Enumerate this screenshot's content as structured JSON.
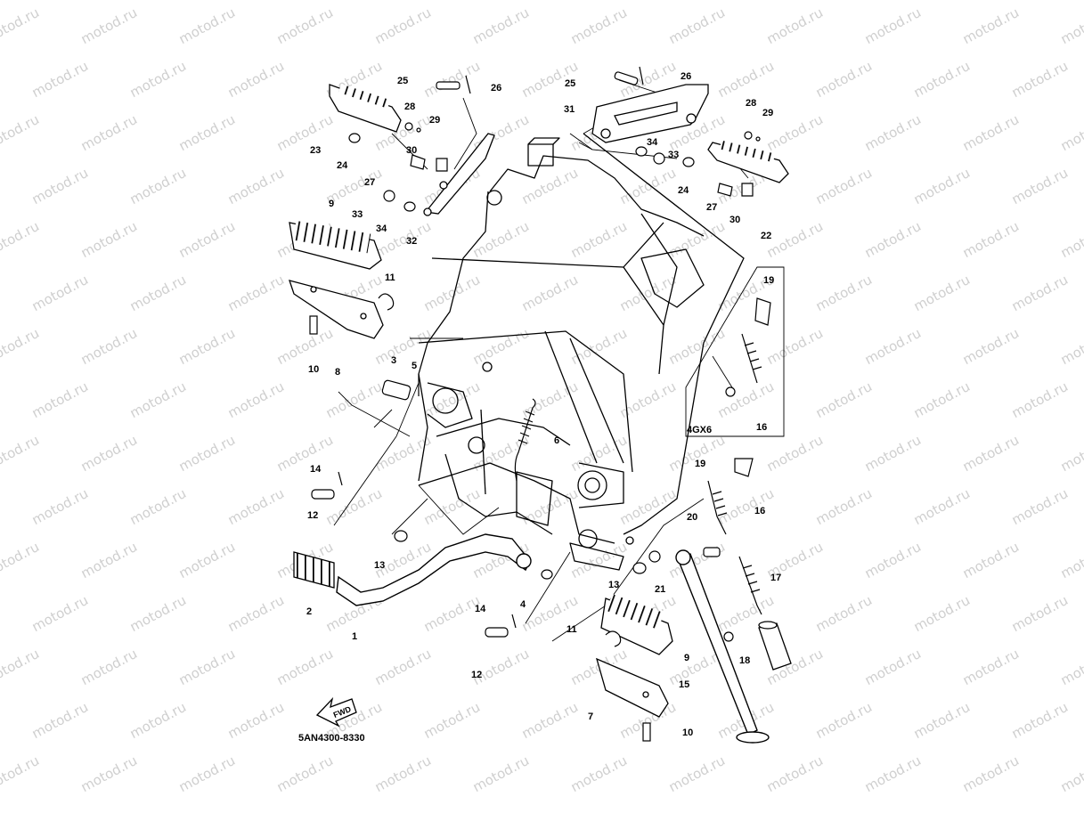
{
  "watermark": "motod.ru",
  "part_code": "5AN4300-8330",
  "fwd_label": "FWD",
  "variant_box_label": "4GX6",
  "callouts": [
    {
      "id": "c1",
      "label": "1"
    },
    {
      "id": "c2",
      "label": "2"
    },
    {
      "id": "c3",
      "label": "3"
    },
    {
      "id": "c4",
      "label": "4"
    },
    {
      "id": "c5",
      "label": "5"
    },
    {
      "id": "c6",
      "label": "6"
    },
    {
      "id": "c7",
      "label": "7"
    },
    {
      "id": "c8",
      "label": "8"
    },
    {
      "id": "c9a",
      "label": "9"
    },
    {
      "id": "c9b",
      "label": "9"
    },
    {
      "id": "c10a",
      "label": "10"
    },
    {
      "id": "c10b",
      "label": "10"
    },
    {
      "id": "c11a",
      "label": "11"
    },
    {
      "id": "c11b",
      "label": "11"
    },
    {
      "id": "c12a",
      "label": "12"
    },
    {
      "id": "c12b",
      "label": "12"
    },
    {
      "id": "c13a",
      "label": "13"
    },
    {
      "id": "c13b",
      "label": "13"
    },
    {
      "id": "c14a",
      "label": "14"
    },
    {
      "id": "c14b",
      "label": "14"
    },
    {
      "id": "c15",
      "label": "15"
    },
    {
      "id": "c16a",
      "label": "16"
    },
    {
      "id": "c16b",
      "label": "16"
    },
    {
      "id": "c17",
      "label": "17"
    },
    {
      "id": "c18",
      "label": "18"
    },
    {
      "id": "c19a",
      "label": "19"
    },
    {
      "id": "c19b",
      "label": "19"
    },
    {
      "id": "c20",
      "label": "20"
    },
    {
      "id": "c21",
      "label": "21"
    },
    {
      "id": "c22",
      "label": "22"
    },
    {
      "id": "c23",
      "label": "23"
    },
    {
      "id": "c24a",
      "label": "24"
    },
    {
      "id": "c24b",
      "label": "24"
    },
    {
      "id": "c25a",
      "label": "25"
    },
    {
      "id": "c25b",
      "label": "25"
    },
    {
      "id": "c26a",
      "label": "26"
    },
    {
      "id": "c26b",
      "label": "26"
    },
    {
      "id": "c27a",
      "label": "27"
    },
    {
      "id": "c27b",
      "label": "27"
    },
    {
      "id": "c28a",
      "label": "28"
    },
    {
      "id": "c28b",
      "label": "28"
    },
    {
      "id": "c29a",
      "label": "29"
    },
    {
      "id": "c29b",
      "label": "29"
    },
    {
      "id": "c30a",
      "label": "30"
    },
    {
      "id": "c30b",
      "label": "30"
    },
    {
      "id": "c31",
      "label": "31"
    },
    {
      "id": "c32",
      "label": "32"
    },
    {
      "id": "c33a",
      "label": "33"
    },
    {
      "id": "c33b",
      "label": "33"
    },
    {
      "id": "c34a",
      "label": "34"
    },
    {
      "id": "c34b",
      "label": "34"
    }
  ]
}
